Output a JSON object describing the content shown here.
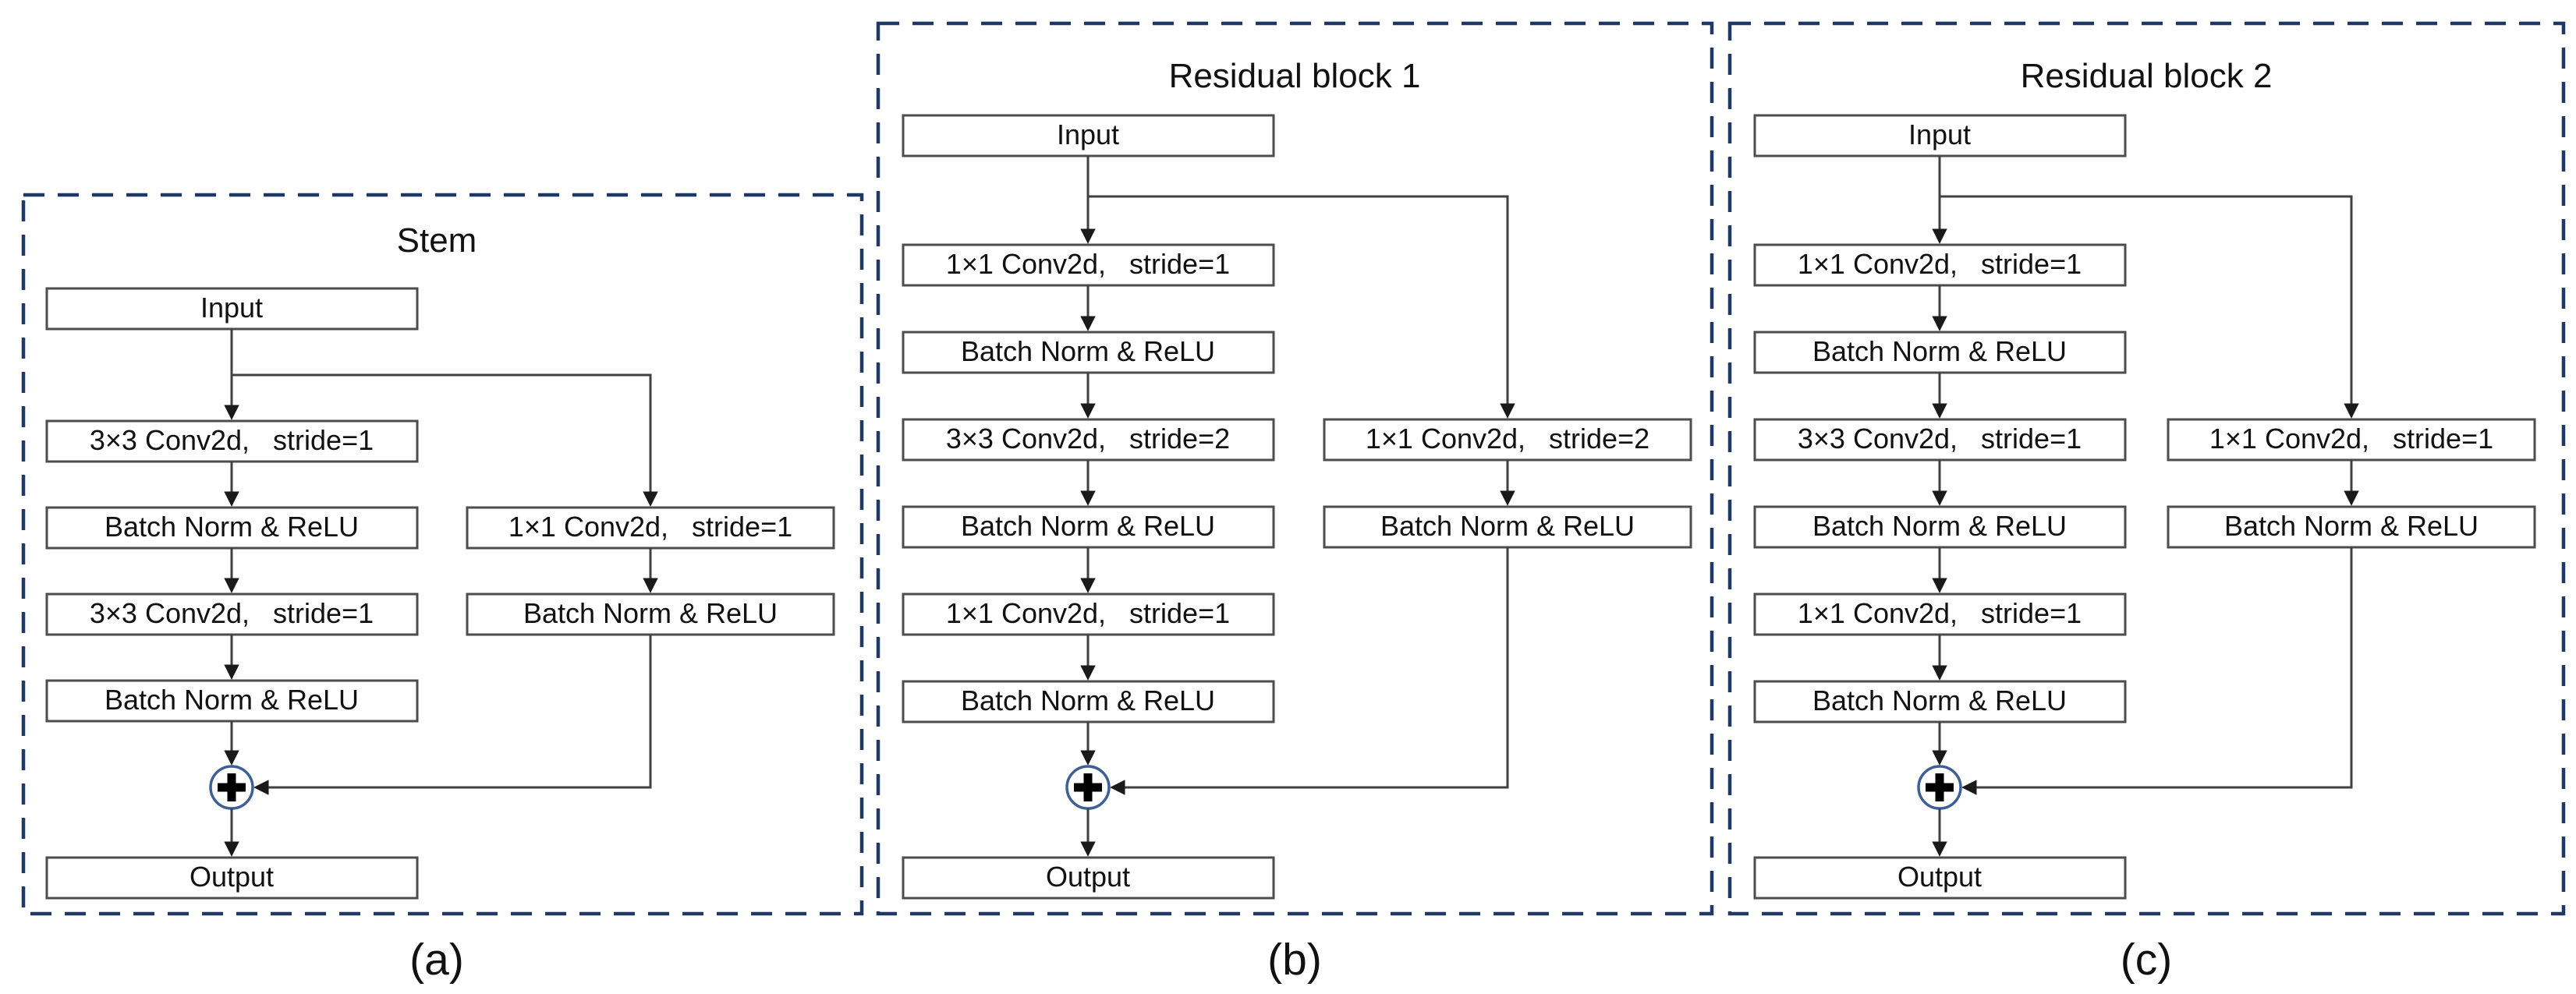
{
  "figure": {
    "background": "#ffffff",
    "colors": {
      "panel_dashed_border": "#1f3864",
      "box_border": "#4d4d4d",
      "box_fill": "#ffffff",
      "connector_line": "#404040",
      "text": "#111111",
      "sum_circle_border": "#3e6095",
      "sum_plus": "#000000"
    },
    "icons": {
      "sum_junction": "circled-plus"
    }
  },
  "panels": [
    {
      "id": "a",
      "title": "Stem",
      "caption": "(a)",
      "input": "Input",
      "output": "Output",
      "main": [
        "3×3 Conv2d,   stride=1",
        "Batch Norm & ReLU",
        "3×3 Conv2d,   stride=1",
        "Batch Norm & ReLU"
      ],
      "skip": [
        "1×1 Conv2d,   stride=1",
        "Batch Norm & ReLU"
      ]
    },
    {
      "id": "b",
      "title": "Residual block 1",
      "caption": "(b)",
      "input": "Input",
      "output": "Output",
      "main": [
        "1×1 Conv2d,   stride=1",
        "Batch Norm & ReLU",
        "3×3 Conv2d,   stride=2",
        "Batch Norm & ReLU",
        "1×1 Conv2d,   stride=1",
        "Batch Norm & ReLU"
      ],
      "skip": [
        "1×1 Conv2d,   stride=2",
        "Batch Norm & ReLU"
      ]
    },
    {
      "id": "c",
      "title": "Residual block 2",
      "caption": "(c)",
      "input": "Input",
      "output": "Output",
      "main": [
        "1×1 Conv2d,   stride=1",
        "Batch Norm & ReLU",
        "3×3 Conv2d,   stride=1",
        "Batch Norm & ReLU",
        "1×1 Conv2d,   stride=1",
        "Batch Norm & ReLU"
      ],
      "skip": [
        "1×1 Conv2d,   stride=1",
        "Batch Norm & ReLU"
      ]
    }
  ]
}
